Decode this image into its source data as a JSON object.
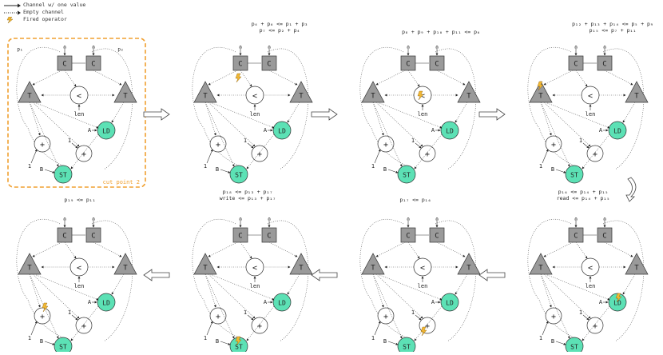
{
  "legend": {
    "channel_value": "Channel w/ one value",
    "empty_channel": "Empty channel",
    "fired_operator": "Fired operator"
  },
  "node_labels": {
    "c": "C",
    "t": "T",
    "lt": "<",
    "ld": "LD",
    "st": "ST",
    "plus": "+",
    "len": "len",
    "a": "A",
    "b": "B",
    "one": "1",
    "zero": "0"
  },
  "cut_label": "cut point 2",
  "panels": [
    {
      "caption": [
        "p₁₉ <= p₁₁"
      ],
      "top_left": "p₁",
      "top_right": "p₂"
    },
    {
      "caption": [
        "p₄ + p₆ <= p₁ + p₃",
        "p₇ <= p₂ + p₄"
      ]
    },
    {
      "caption": [
        "p₈ + p₉ + p₁₀ + p₁₁ <= p₆"
      ]
    },
    {
      "caption": [
        "p₁₂ + p₁₃ + p₁₄ <= p₅ + p₉",
        "p₁₅ <= p₇ + p₁₁"
      ]
    },
    {
      "caption": [
        "p₁₉ <= p₁₁"
      ]
    },
    {
      "caption": [
        "p₁₈ <= p₁₃ + p₁₇",
        "write <= p₁₃ + p₁₇"
      ]
    },
    {
      "caption": [
        "p₁₇ <= p₁₆"
      ]
    },
    {
      "caption": [
        "p₁₆ <= p₁₄ + p₁₅",
        "read <= p₁₄ + p₁₅"
      ]
    }
  ],
  "colors": {
    "cut_border": "#f0a030",
    "ld_st_fill": "#5ce1b5",
    "gray_fill": "#9a9a9a",
    "fire": "#f2b833"
  }
}
